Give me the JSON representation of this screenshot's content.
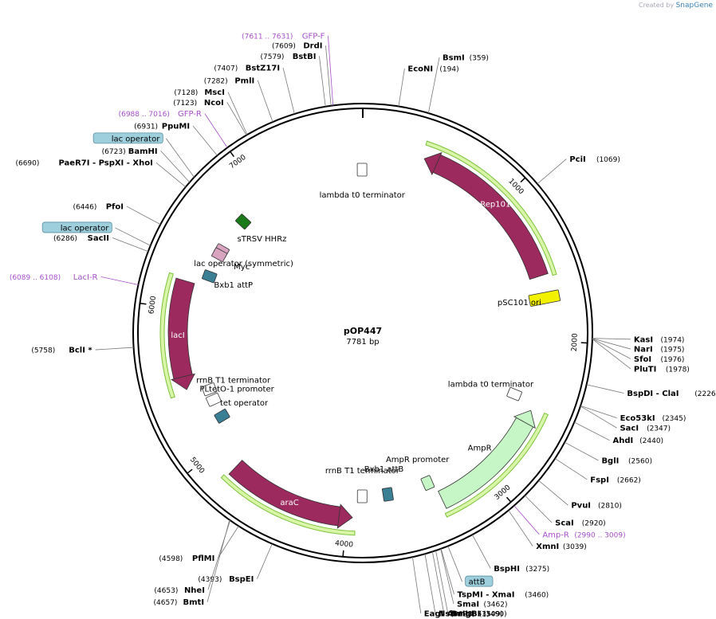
{
  "brand": {
    "created_by": "Created by",
    "name": "SnapGene"
  },
  "plasmid": {
    "name": "pOP447",
    "length_label": "7781 bp",
    "length": 7781
  },
  "colors": {
    "feature_fill": "#9c2a5e",
    "feature_glow": "#d8f5a8",
    "primer": "#a64fc9",
    "origin": "#f2f200",
    "promoter": "#c6f6c6",
    "operator": "#3a7f94",
    "tag": "#d9a4c0",
    "ribozyme": "#1a7a1a",
    "callout_bg": "#9ecfdc",
    "text": "#000000"
  },
  "ruler": [
    {
      "bp": 1000,
      "label": "1000"
    },
    {
      "bp": 2000,
      "label": "2000"
    },
    {
      "bp": 3000,
      "label": "3000"
    },
    {
      "bp": 4000,
      "label": "4000"
    },
    {
      "bp": 5000,
      "label": "5000"
    },
    {
      "bp": 6000,
      "label": "6000"
    },
    {
      "bp": 7000,
      "label": "7000"
    }
  ],
  "features": [
    {
      "name": "Rep101",
      "kind": "cds",
      "start": 420,
      "end": 1560,
      "strand": -1,
      "label_inside": true,
      "color": "#9c2a5e"
    },
    {
      "name": "pSC101 ori",
      "kind": "origin",
      "start": 1600,
      "end": 1820,
      "strand": 0,
      "color": "#f2f200"
    },
    {
      "name": "lambda t0 terminator",
      "kind": "terminator",
      "start": 2380,
      "end": 2460,
      "strand": 1
    },
    {
      "name": "AmpR",
      "kind": "cds",
      "start": 2480,
      "end": 3340,
      "strand": -1,
      "label_inside": false,
      "color": "#c6f6c6"
    },
    {
      "name": "AmpR promoter",
      "kind": "promoter",
      "start": 3350,
      "end": 3420,
      "strand": -1,
      "color": "#c6f6c6"
    },
    {
      "name": "Bxb1 attB",
      "kind": "site",
      "start": 3680,
      "end": 3720,
      "strand": 0,
      "color": "#3a7f94"
    },
    {
      "name": "rrnB T1 terminator",
      "kind": "terminator",
      "start": 3850,
      "end": 3940,
      "strand": 1
    },
    {
      "name": "araC",
      "kind": "cds",
      "start": 3960,
      "end": 4830,
      "strand": -1,
      "label_inside": true,
      "color": "#9c2a5e"
    },
    {
      "name": "tet operator",
      "kind": "operator",
      "start": 5150,
      "end": 5200,
      "strand": 0,
      "color": "#3a7f94"
    },
    {
      "name": "PLtetO-1 promoter",
      "kind": "promoter",
      "start": 5280,
      "end": 5350,
      "strand": -1,
      "color": "#ffffff"
    },
    {
      "name": "rrnB T1 terminator",
      "kind": "terminator",
      "start": 5360,
      "end": 5440,
      "strand": -1
    },
    {
      "name": "lacI",
      "kind": "cds",
      "start": 5450,
      "end": 6190,
      "strand": -1,
      "label_inside": true,
      "color": "#9c2a5e"
    },
    {
      "name": "Bxb1 attP",
      "kind": "site",
      "start": 6250,
      "end": 6300,
      "strand": 0,
      "color": "#3a7f94"
    },
    {
      "name": "lac operator (symmetric)",
      "kind": "operator",
      "start": 6480,
      "end": 6500,
      "strand": 0,
      "color": "#d9a4c0"
    },
    {
      "name": "Myc",
      "kind": "tag",
      "start": 6440,
      "end": 6470,
      "strand": 1,
      "color": "#d9a4c0"
    },
    {
      "name": "sTRSV HHRz",
      "kind": "ribozyme",
      "start": 6740,
      "end": 6790,
      "strand": 1,
      "color": "#1a7a1a"
    },
    {
      "name": "lambda t0 terminator",
      "kind": "terminator",
      "start": 7770,
      "end": 7781,
      "strand": -1
    }
  ],
  "sites": [
    {
      "name": "EcoNI",
      "pos": "(194)",
      "bp": 194,
      "side": "right"
    },
    {
      "name": "BsmI",
      "pos": "(359)",
      "bp": 359,
      "side": "right"
    },
    {
      "name": "PciI",
      "pos": "(1069)",
      "bp": 1069,
      "side": "right"
    },
    {
      "name": "KasI",
      "pos": "(1974)",
      "bp": 1974,
      "side": "right"
    },
    {
      "name": "NarI",
      "pos": "(1975)",
      "bp": 1975,
      "side": "right"
    },
    {
      "name": "SfoI",
      "pos": "(1976)",
      "bp": 1976,
      "side": "right"
    },
    {
      "name": "PluTI",
      "pos": "(1978)",
      "bp": 1978,
      "side": "right"
    },
    {
      "name": "BspDI - ClaI",
      "pos": "(2226)",
      "bp": 2226,
      "side": "right"
    },
    {
      "name": "Eco53kI",
      "pos": "(2345)",
      "bp": 2345,
      "side": "right"
    },
    {
      "name": "SacI",
      "pos": "(2347)",
      "bp": 2347,
      "side": "right"
    },
    {
      "name": "AhdI",
      "pos": "(2440)",
      "bp": 2440,
      "side": "right"
    },
    {
      "name": "BglI",
      "pos": "(2560)",
      "bp": 2560,
      "side": "right"
    },
    {
      "name": "FspI",
      "pos": "(2662)",
      "bp": 2662,
      "side": "right"
    },
    {
      "name": "PvuI",
      "pos": "(2810)",
      "bp": 2810,
      "side": "right"
    },
    {
      "name": "ScaI",
      "pos": "(2920)",
      "bp": 2920,
      "side": "right"
    },
    {
      "name": "Amp-R",
      "pos": "(2990 .. 3009)",
      "bp": 3000,
      "side": "right",
      "primer": true
    },
    {
      "name": "XmnI",
      "pos": "(3039)",
      "bp": 3039,
      "side": "right"
    },
    {
      "name": "BspHI",
      "pos": "(3275)",
      "bp": 3275,
      "side": "right"
    },
    {
      "name": "attB",
      "pos": "",
      "bp": 3420,
      "side": "right",
      "callout": true
    },
    {
      "name": "TspMI - XmaI",
      "pos": "(3460)",
      "bp": 3460,
      "side": "right"
    },
    {
      "name": "SmaI",
      "pos": "(3462)",
      "bp": 3462,
      "side": "right"
    },
    {
      "name": "BmgBI",
      "pos": "(3490)",
      "bp": 3490,
      "side": "right"
    },
    {
      "name": "AvrII",
      "pos": "(3509)",
      "bp": 3509,
      "side": "right"
    },
    {
      "name": "NsiI",
      "pos": "(3551)",
      "bp": 3551,
      "side": "right"
    },
    {
      "name": "EagI",
      "pos": "(3620)",
      "bp": 3620,
      "side": "right"
    },
    {
      "name": "BspEI",
      "pos": "(4393)",
      "bp": 4393,
      "side": "left"
    },
    {
      "name": "PflMI",
      "pos": "(4598)",
      "bp": 4598,
      "side": "left"
    },
    {
      "name": "NheI",
      "pos": "(4653)",
      "bp": 4653,
      "side": "left"
    },
    {
      "name": "BmtI",
      "pos": "(4657)",
      "bp": 4657,
      "side": "left"
    },
    {
      "name": "BclI *",
      "pos": "(5758)",
      "bp": 5758,
      "side": "left"
    },
    {
      "name": "LacI-R",
      "pos": "(6089 .. 6108)",
      "bp": 6098,
      "side": "left",
      "primer": true
    },
    {
      "name": "SacII",
      "pos": "(6286)",
      "bp": 6286,
      "side": "left"
    },
    {
      "name": "lac operator",
      "pos": "",
      "bp": 6320,
      "side": "left",
      "callout": true
    },
    {
      "name": "PfoI",
      "pos": "(6446)",
      "bp": 6446,
      "side": "left"
    },
    {
      "name": "PaeR7I - PspXI - XhoI",
      "pos": "(6690)",
      "bp": 6690,
      "side": "left"
    },
    {
      "name": "BamHI",
      "pos": "(6723)",
      "bp": 6723,
      "side": "left"
    },
    {
      "name": "lac operator",
      "pos": "",
      "bp": 6760,
      "side": "left",
      "callout": true
    },
    {
      "name": "PpuMI",
      "pos": "(6931)",
      "bp": 6931,
      "side": "left"
    },
    {
      "name": "GFP-R",
      "pos": "(6988 .. 7016)",
      "bp": 7000,
      "side": "left",
      "primer": true
    },
    {
      "name": "NcoI",
      "pos": "(7123)",
      "bp": 7123,
      "side": "left"
    },
    {
      "name": "MscI",
      "pos": "(7128)",
      "bp": 7128,
      "side": "left"
    },
    {
      "name": "PmlI",
      "pos": "(7282)",
      "bp": 7282,
      "side": "left"
    },
    {
      "name": "BstZ17I",
      "pos": "(7407)",
      "bp": 7407,
      "side": "left"
    },
    {
      "name": "BstBI",
      "pos": "(7579)",
      "bp": 7579,
      "side": "left"
    },
    {
      "name": "DrdI",
      "pos": "(7609)",
      "bp": 7609,
      "side": "left"
    },
    {
      "name": "GFP-F",
      "pos": "(7611 .. 7631)",
      "bp": 7620,
      "side": "left",
      "primer": true
    }
  ]
}
